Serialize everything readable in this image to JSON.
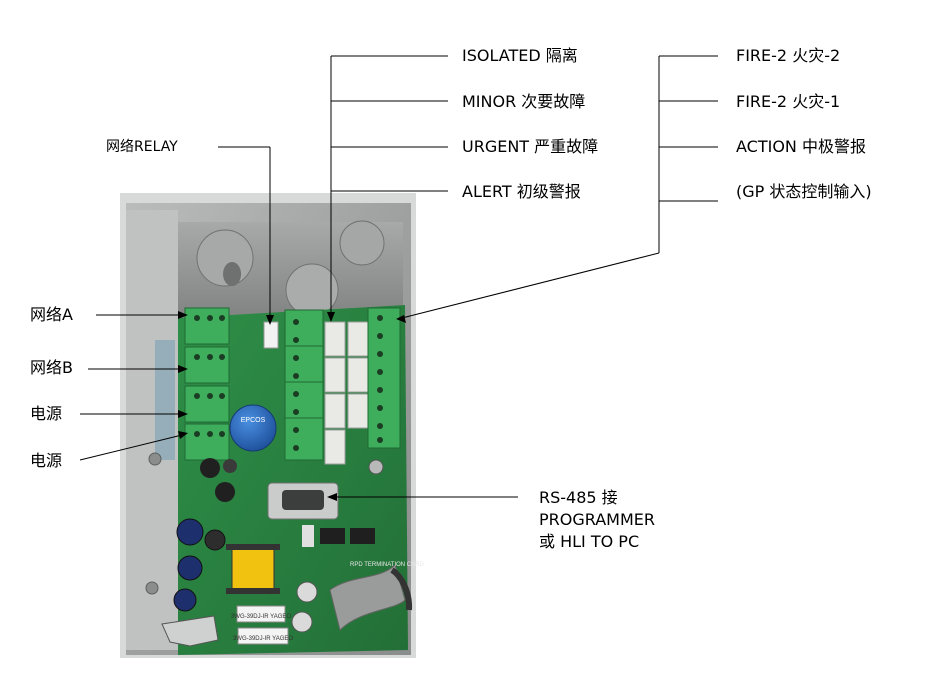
{
  "labels": {
    "isolated": "ISOLATED 隔离",
    "minor": "MINOR 次要故障",
    "urgent": "URGENT 严重故障",
    "alert": "ALERT 初级警报",
    "fire2_2": "FIRE-2 火灾-2",
    "fire2_1": "FIRE-2 火灾-1",
    "action": "ACTION 中极警报",
    "gp_input": "(GP 状态控制输入)",
    "network_relay": "网络RELAY",
    "network_a": "网络A",
    "network_b": "网络B",
    "power_1": "电源",
    "power_2": "电源",
    "rs485_line1": "RS-485 接",
    "rs485_line2": "PROGRAMMER",
    "rs485_line3": "或 HLI TO PC"
  },
  "board": {
    "capacitor_text": "EPCOS",
    "board_text": "RPD TERMINATION CARD",
    "sticker_1": "3WG-39DJ-IR YAGEO",
    "sticker_2": "3WG-39DJ-IR YAGEO"
  },
  "colors": {
    "housing": "#9fa2a1",
    "pcb": "#2f8a46",
    "terminal": "#3fae5c",
    "line": "#000000"
  }
}
